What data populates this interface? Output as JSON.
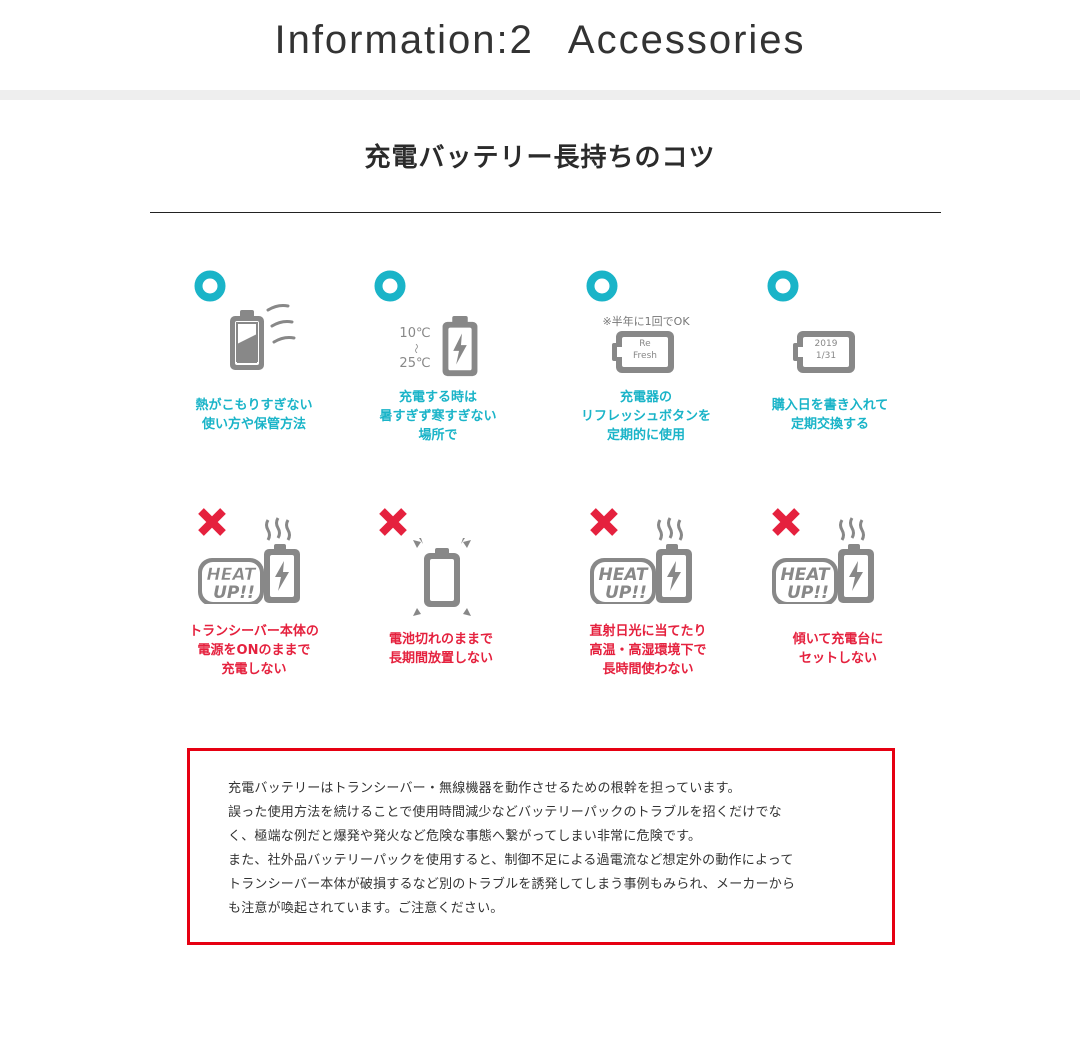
{
  "header": {
    "title_left": "Information:2",
    "title_right": "Accessories"
  },
  "section": {
    "title": "充電バッテリー長持ちのコツ"
  },
  "colors": {
    "good": "#1ab4c8",
    "bad": "#e5213e",
    "icon_gray": "#888888",
    "notice_border": "#e60012",
    "band": "#eeeeee"
  },
  "good_tips": [
    {
      "mark": "circle-ok",
      "icon": "battery-heat-waves",
      "caption": "熱がこもりすぎない\n使い方や保管方法"
    },
    {
      "mark": "circle-ok",
      "icon": "battery-charging-temperature",
      "temp_high": "10℃",
      "temp_tilde": "〜",
      "temp_low": "25℃",
      "caption": "充電する時は\n暑すぎず寒すぎない\n場所で"
    },
    {
      "mark": "circle-ok",
      "icon": "battery-refresh",
      "note": "※半年に1回でOK",
      "label_line1": "Re",
      "label_line2": "Fresh",
      "caption": "充電器の\nリフレッシュボタンを\n定期的に使用"
    },
    {
      "mark": "circle-ok",
      "icon": "battery-date-label",
      "label_line1": "2019",
      "label_line2": "1/31",
      "caption": "購入日を書き入れて\n定期交換する"
    }
  ],
  "bad_tips": [
    {
      "mark": "cross-ng",
      "icon": "heat-up-battery",
      "badge_line1": "HEAT",
      "badge_line2": "UP!!",
      "caption": "トランシーバー本体の\n電源をONのままで\n充電しない"
    },
    {
      "mark": "cross-ng",
      "icon": "empty-battery",
      "caption": "電池切れのままで\n長期間放置しない"
    },
    {
      "mark": "cross-ng",
      "icon": "heat-up-battery",
      "badge_line1": "HEAT",
      "badge_line2": "UP!!",
      "caption": "直射日光に当てたり\n高温・高湿環境下で\n長時間使わない"
    },
    {
      "mark": "cross-ng",
      "icon": "heat-up-battery",
      "badge_line1": "HEAT",
      "badge_line2": "UP!!",
      "caption": "傾いて充電台に\nセットしない"
    }
  ],
  "notice": {
    "lines": [
      "充電バッテリーはトランシーバー・無線機器を動作させるための根幹を担っています。",
      "誤った使用方法を続けることで使用時間減少などバッテリーパックのトラブルを招くだけでな",
      "く、極端な例だと爆発や発火など危険な事態へ繋がってしまい非常に危険です。",
      "また、社外品バッテリーパックを使用すると、制御不足による過電流など想定外の動作によって",
      "トランシーバー本体が破損するなど別のトラブルを誘発してしまう事例もみられ、メーカーから",
      "も注意が喚起されています。ご注意ください。"
    ]
  }
}
